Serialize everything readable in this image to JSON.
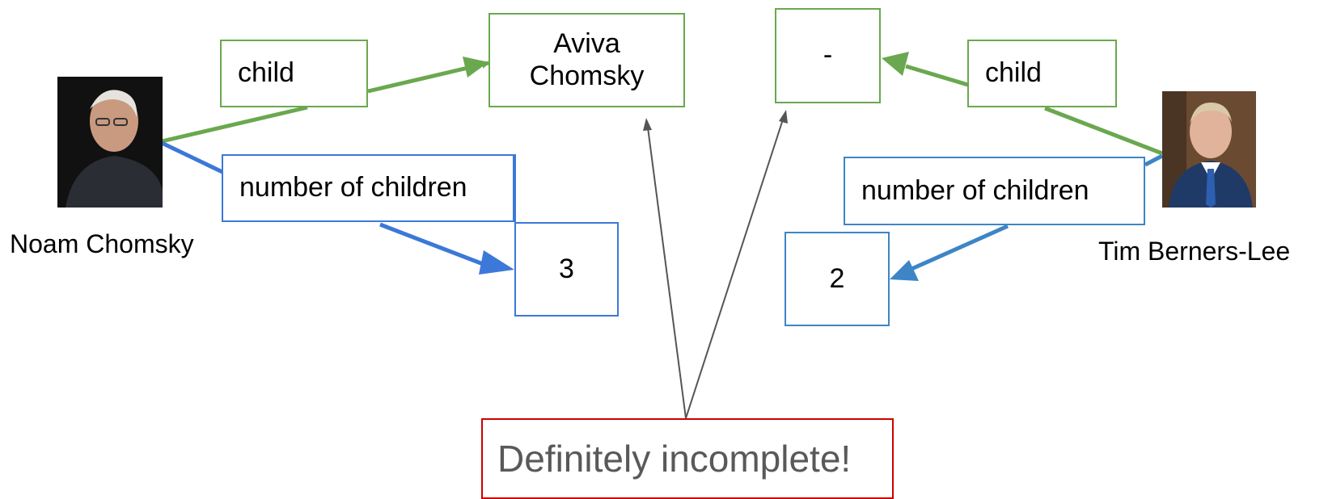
{
  "colors": {
    "relation_child": "#6aa84f",
    "relation_count": "#3c78d8",
    "relation_count_right": "#3d85c6",
    "callout_border": "#cc0000",
    "callout_arrow": "#555555",
    "callout_text": "#595959"
  },
  "left_entity": {
    "name": "Noam Chomsky",
    "photo_icon": "person-photo",
    "child_relation": "child",
    "child_value_line1": "Aviva",
    "child_value_line2": "Chomsky",
    "count_relation": "number of children",
    "count_value": "3"
  },
  "right_entity": {
    "name": "Tim Berners-Lee",
    "photo_icon": "person-photo",
    "child_relation": "child",
    "child_value": "-",
    "count_relation": "number of children",
    "count_value": "2"
  },
  "callout": {
    "text": "Definitely incomplete!"
  }
}
